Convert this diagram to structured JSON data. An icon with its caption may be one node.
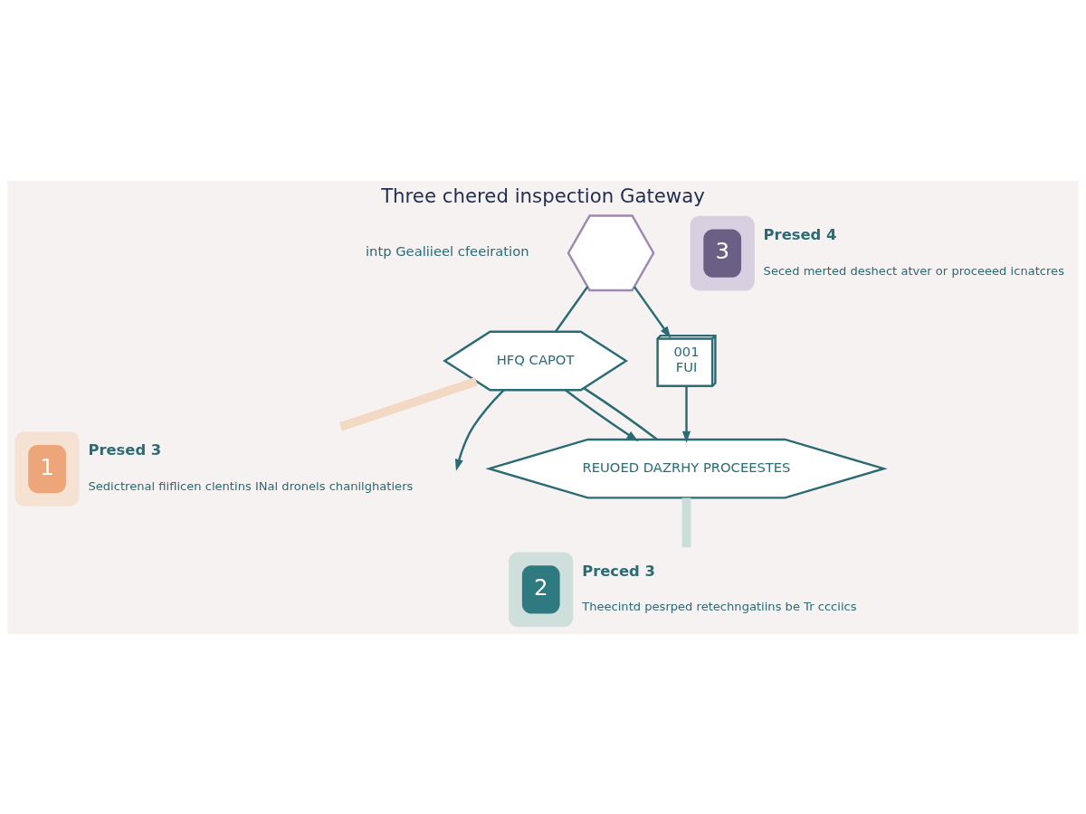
{
  "diagram": {
    "title": "Three chered inspection Gateway",
    "nodes": [
      {
        "text": [],
        "shape": "hexagon"
      },
      {
        "text": [
          "HFQ CAPOT"
        ]
      },
      {
        "text": [
          "1",
          "Presed 3",
          "Sedictrenal fiiflicen clentins INal dronels chanilghatiers"
        ]
      },
      {
        "text": [
          "2",
          "Preced 3",
          "Theecintd pesrped retechngatiins be Tr ccciics"
        ]
      },
      {
        "text": [
          "001",
          "FUI"
        ]
      },
      {
        "text": [
          "REUOED DAZRHY PROCEESTES"
        ]
      },
      {
        "text": [
          "3",
          "Presed 4",
          "Seced merted deshect atver or proceeed icnatcres"
        ]
      }
    ],
    "edges": [
      {
        "from": 0,
        "to": 4,
        "arrow": "to"
      },
      {
        "from": 0,
        "to": 1,
        "arrow": "none"
      },
      {
        "from": 1,
        "to": null,
        "arrow": "to"
      },
      {
        "from": 1,
        "to": 5,
        "arrow": "to"
      },
      {
        "from": 1,
        "to": 5,
        "arrow": "none"
      },
      {
        "from": 4,
        "to": 5,
        "arrow": "to"
      },
      {
        "from": 1,
        "to": 2,
        "arrow": "none",
        "style": "thick",
        "color": "#f3d9c4"
      },
      {
        "from": 5,
        "to": 3,
        "arrow": "none",
        "style": "thick",
        "color": "#c9ddd9"
      }
    ],
    "labels": [
      "intp Gealiieel cfeeiration"
    ]
  }
}
